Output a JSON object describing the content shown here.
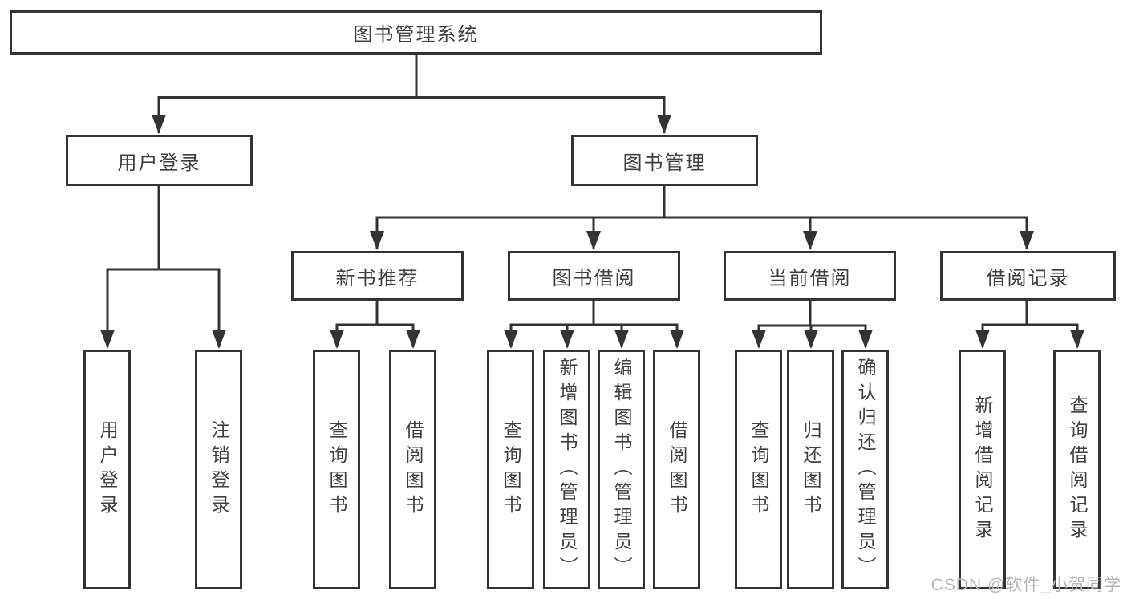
{
  "colors": {
    "line": "#333333",
    "text": "#404040",
    "background": "#ffffff",
    "watermark": "#b5b5b5"
  },
  "watermark": {
    "text": "CSDN @软件_小贺同学"
  },
  "diagram": {
    "root": {
      "label": "图书管理系统"
    },
    "branches": [
      {
        "label": "用户登录",
        "children": [
          {
            "label": "用户登录"
          },
          {
            "label": "注销登录"
          }
        ]
      },
      {
        "label": "图书管理",
        "children": [
          {
            "label": "新书推荐",
            "children": [
              {
                "label": "查询图书"
              },
              {
                "label": "借阅图书"
              }
            ]
          },
          {
            "label": "图书借阅",
            "children": [
              {
                "label": "查询图书"
              },
              {
                "label": "新增图书（管理员）"
              },
              {
                "label": "编辑图书（管理员）"
              },
              {
                "label": "借阅图书"
              }
            ]
          },
          {
            "label": "当前借阅",
            "children": [
              {
                "label": "查询图书"
              },
              {
                "label": "归还图书"
              },
              {
                "label": "确认归还（管理员）"
              }
            ]
          },
          {
            "label": "借阅记录",
            "children": [
              {
                "label": "新增借阅记录"
              },
              {
                "label": "查询借阅记录"
              }
            ]
          }
        ]
      }
    ]
  }
}
